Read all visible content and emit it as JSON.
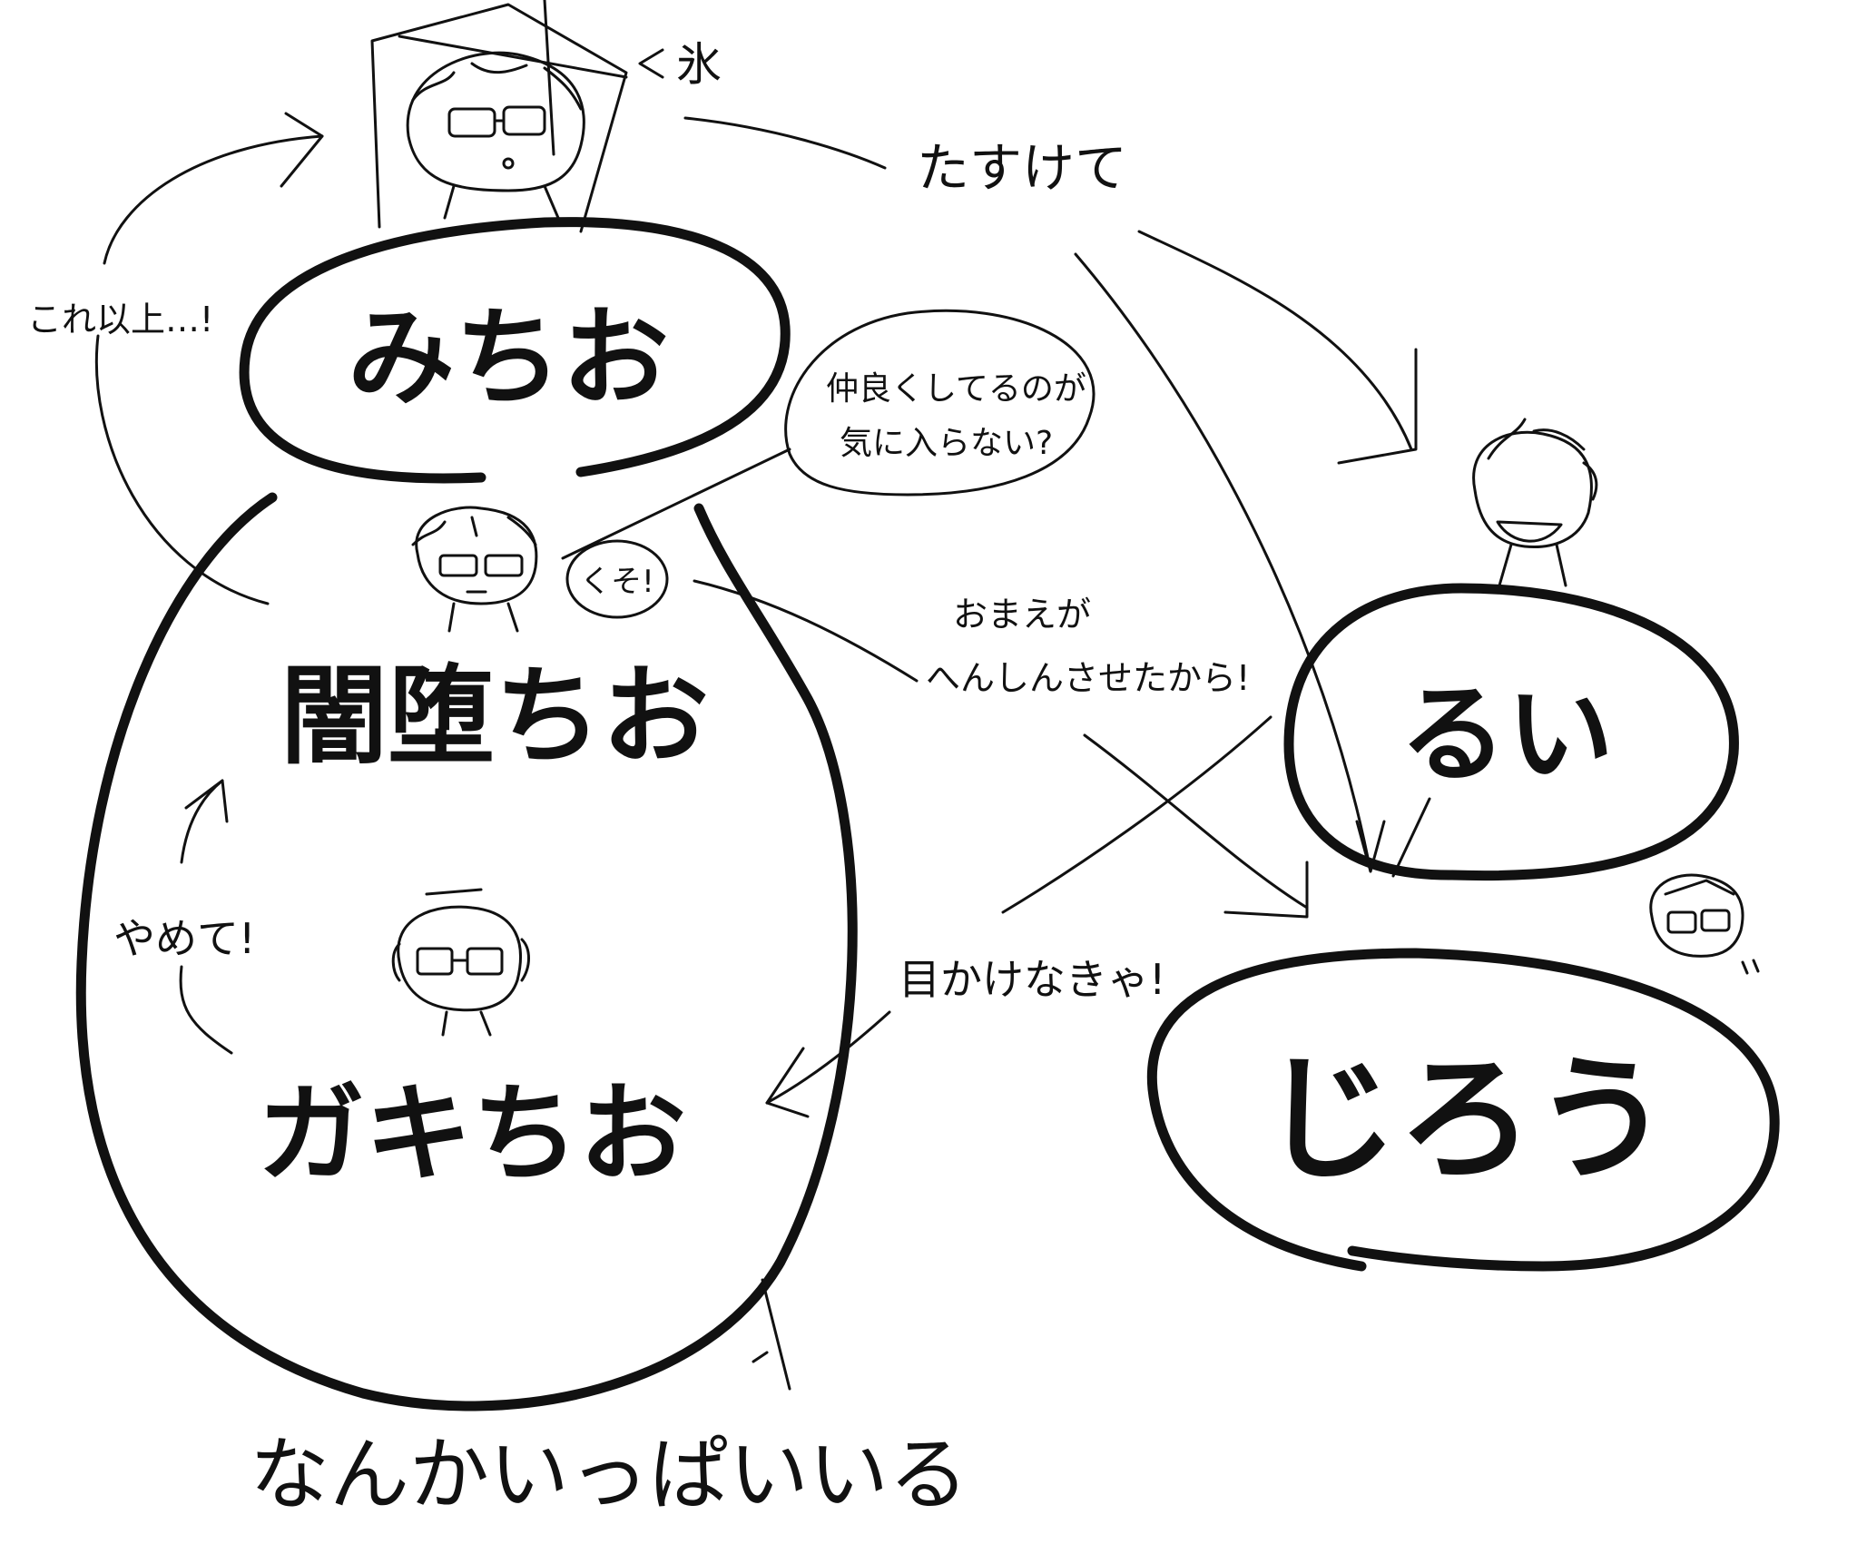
{
  "nodes": {
    "michio": "みちお",
    "yamiochi": "闇堕ちお",
    "gakichio": "ガキちお",
    "rui": "るい",
    "jirou": "じろう"
  },
  "notes": {
    "ice": "氷",
    "help": "たすけて",
    "no_more": "これ以上…!",
    "jealous_line1": "仲良くしてるのが",
    "jealous_line2": "気に入らない?",
    "kuso": "くそ!",
    "omaega_line1": "おまえが",
    "omaega_line2": "へんしんさせたから!",
    "yamete": "やめて!",
    "mekakenakya": "目かけなきゃ!",
    "bottom": "なんかいっぱいいる"
  },
  "colors": {
    "ink": "#111111",
    "paper": "#ffffff"
  }
}
